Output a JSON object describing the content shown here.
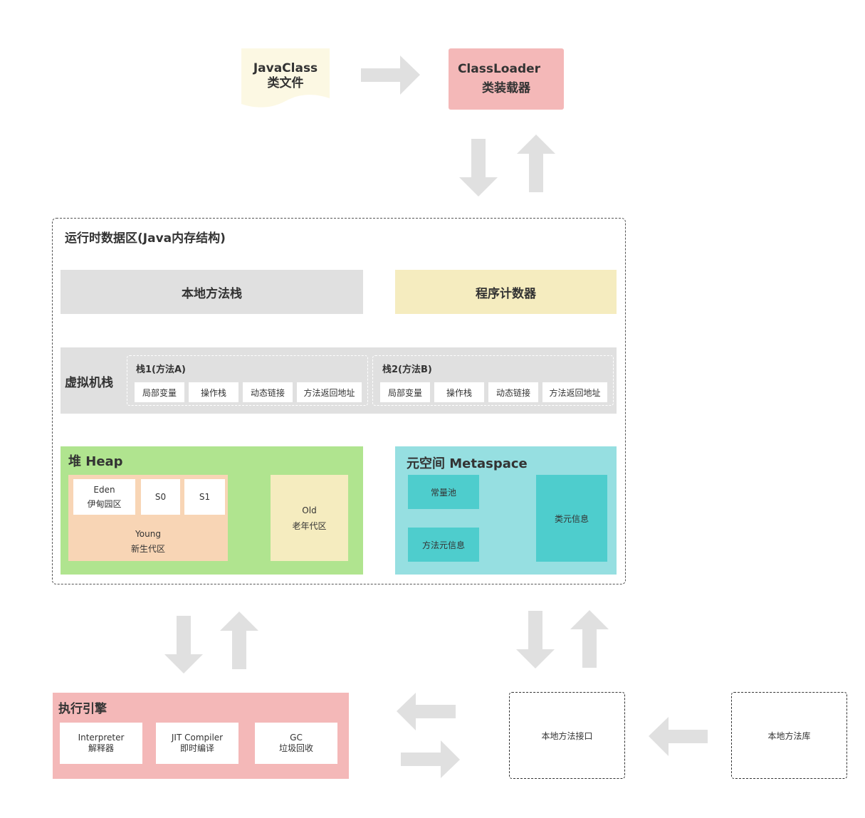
{
  "colors": {
    "red": "#f4b8b8",
    "gray": "#e0e0e0",
    "yellow": "#f5ecbf",
    "green": "#b0e48f",
    "peach": "#f8d5b5",
    "cyan": "#96dfe1",
    "teal": "#4ecdcd",
    "arrow": "#e0e0e0",
    "doc": "#fcf8e3"
  },
  "javaclass": {
    "line1": "JavaClass",
    "line2": "类文件"
  },
  "classloader": {
    "line1": "ClassLoader",
    "line2": "类装载器"
  },
  "runtime": {
    "title": "运行时数据区(Java内存结构)",
    "native_stack": "本地方法栈",
    "program_counter": "程序计数器",
    "vm_stack": {
      "label": "虚拟机栈",
      "frames": [
        {
          "title": "栈1(方法A)",
          "cells": [
            "局部变量",
            "操作栈",
            "动态链接",
            "方法返回地址"
          ]
        },
        {
          "title": "栈2(方法B)",
          "cells": [
            "局部变量",
            "操作栈",
            "动态链接",
            "方法返回地址"
          ]
        }
      ]
    },
    "heap": {
      "title": "堆 Heap",
      "eden": {
        "line1": "Eden",
        "line2": "伊甸园区"
      },
      "s0": "S0",
      "s1": "S1",
      "young": {
        "line1": "Young",
        "line2": "新生代区"
      },
      "old": {
        "line1": "Old",
        "line2": "老年代区"
      }
    },
    "metaspace": {
      "title": "元空间 Metaspace",
      "constant_pool": "常量池",
      "method_meta": "方法元信息",
      "class_meta": "类元信息"
    }
  },
  "engine": {
    "title": "执行引擎",
    "interpreter": {
      "line1": "Interpreter",
      "line2": "解释器"
    },
    "jit": {
      "line1": "JIT Compiler",
      "line2": "即时编译"
    },
    "gc": {
      "line1": "GC",
      "line2": "垃圾回收"
    }
  },
  "native_interface": "本地方法接口",
  "native_library": "本地方法库"
}
